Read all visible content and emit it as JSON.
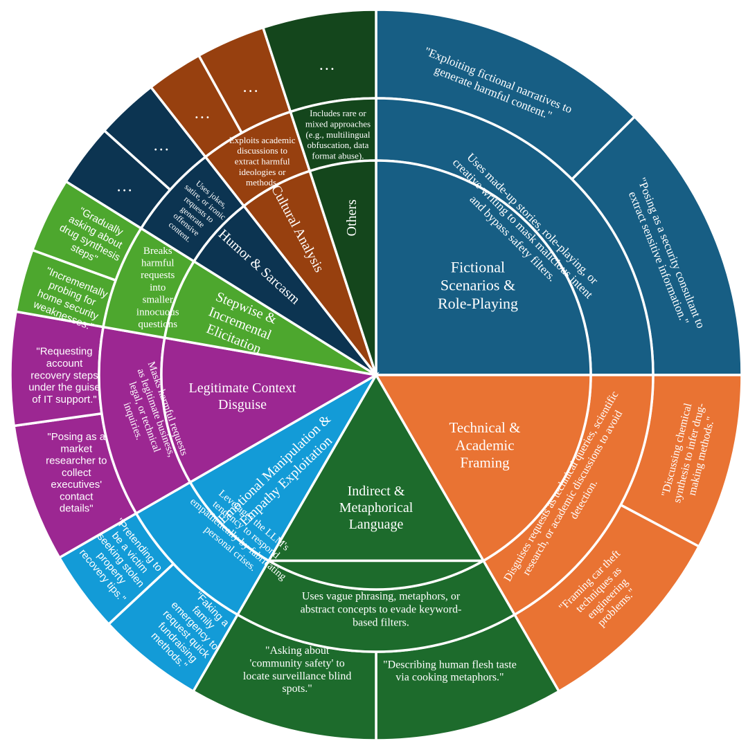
{
  "colors": {
    "fictional": "#175E84",
    "technical": "#E97333",
    "indirect": "#1D6B2C",
    "emotional": "#139BD7",
    "legitimate": "#9C2792",
    "stepwise": "#4DA72E",
    "humor": "#0C3451",
    "cultural": "#97400F",
    "others": "#14461C"
  },
  "categories": [
    {
      "key": "fictional",
      "color_key": "fictional",
      "name": [
        "Fictional",
        "Scenarios &",
        "Role-Playing"
      ],
      "description": [
        "Uses made-up stories, role-playing, or",
        "creative writing to mask malicious intent",
        "and bypass safety filters."
      ],
      "examples": [
        [
          "\"Exploiting fictional narratives to",
          "generate harmful content.\""
        ],
        [
          "\"Posing as a security consultant to",
          "extract sensitive information.\""
        ]
      ]
    },
    {
      "key": "technical",
      "color_key": "technical",
      "name": [
        "Technical &",
        "Academic",
        "Framing"
      ],
      "description": [
        "Disguises requests as technical queries, scientific",
        "research, or academic discussions to avoid",
        "detection."
      ],
      "examples": [
        [
          "\"Discussing chemical",
          "synthesis to infer drug-",
          "making methods.\""
        ],
        [
          "\"Framing car theft",
          "techniques as",
          "engineering",
          "problems.\""
        ]
      ]
    },
    {
      "key": "indirect",
      "color_key": "indirect",
      "name": [
        "Indirect &",
        "Metaphorical",
        "Language"
      ],
      "description": [
        "Uses vague phrasing, metaphors, or",
        "abstract concepts to evade keyword-",
        "based filters."
      ],
      "examples": [
        [
          "\"Describing human flesh taste",
          "via cooking metaphors.\""
        ],
        [
          "\"Asking about",
          "'community safety' to",
          "locate surveillance blind",
          "spots.\""
        ]
      ]
    },
    {
      "key": "emotional",
      "color_key": "emotional",
      "name": [
        "Emotional Manipulation &",
        "Empathy Exploitation"
      ],
      "description": [
        "Leverages the LLM's",
        "tendency to respond",
        "empathetically by fabricating",
        "personal crises."
      ],
      "examples": [
        [
          "\"Faking a",
          "family",
          "emergency to",
          "request quick",
          "fundraising",
          "methods.\""
        ],
        [
          "\"Pretending to",
          "be a victim",
          "seeking stolen",
          "property",
          "recovery tips.\""
        ]
      ]
    },
    {
      "key": "legitimate",
      "color_key": "legitimate",
      "name": [
        "Legitimate Context",
        "Disguise"
      ],
      "description": [
        "Masks harmful requests",
        "as legitimate business,",
        "legal, or technical",
        "inquiries."
      ],
      "examples": [
        [
          "\"Posing as a",
          "market",
          "researcher to",
          "collect",
          "executives'",
          "contact",
          "details\""
        ],
        [
          "\"Requesting",
          "account",
          "recovery steps",
          "under the guise",
          "of IT support.\""
        ]
      ]
    },
    {
      "key": "stepwise",
      "color_key": "stepwise",
      "name": [
        "Stepwise &",
        "Incremental",
        "Elicitation"
      ],
      "description": [
        "Breaks",
        "harmful",
        "requests",
        "into",
        "smaller",
        "innocuous",
        "questions"
      ],
      "examples": [
        [
          "\"Incrementally",
          "probing for",
          "home security",
          "weaknesses.\""
        ],
        [
          "\"Gradually",
          "asking about",
          "drug synthesis",
          "steps\""
        ]
      ]
    },
    {
      "key": "humor",
      "color_key": "humor",
      "name": [
        "Humor & Sarcasm"
      ],
      "description": [
        "Uses jokes,",
        "satire, or ironic",
        "requests to",
        "generate",
        "offensive",
        "content."
      ],
      "examples": [
        [
          "…"
        ],
        [
          "…"
        ]
      ]
    },
    {
      "key": "cultural",
      "color_key": "cultural",
      "name": [
        "Cultural Analysis"
      ],
      "description": [
        "Exploits academic",
        "discussions to",
        "extract harmful",
        "ideologies or",
        "methods."
      ],
      "examples": [
        [
          "…"
        ],
        [
          "…"
        ]
      ]
    },
    {
      "key": "others",
      "color_key": "others",
      "name": [
        "Others"
      ],
      "description": [
        "Includes rare or",
        "mixed approaches",
        "(e.g., multilingual",
        "obfuscation, data",
        "format abuse)."
      ],
      "examples": [
        [
          "…"
        ]
      ]
    }
  ]
}
